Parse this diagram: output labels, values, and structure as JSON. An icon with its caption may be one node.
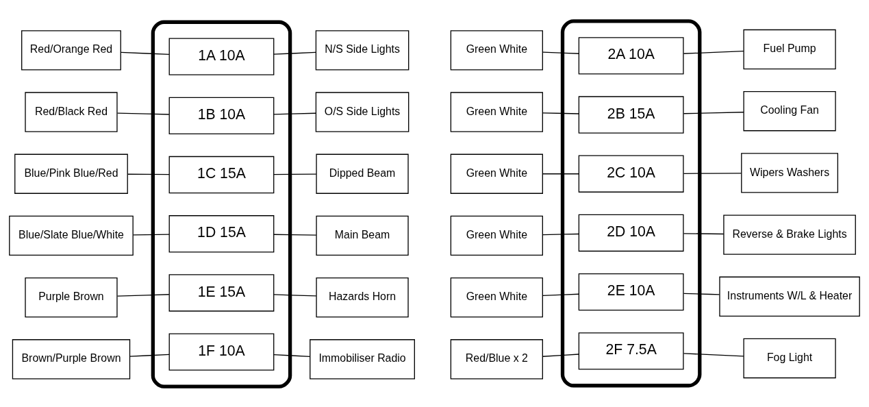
{
  "diagram": {
    "nodes": [
      {
        "text": [],
        "shape": "box"
      },
      {
        "text": [],
        "shape": "box"
      },
      {
        "text": [
          "Red/Orange Red"
        ]
      },
      {
        "text": [
          "1A 10A"
        ],
        "in": 0
      },
      {
        "text": [
          "N/S Side Lights"
        ]
      },
      {
        "text": [
          "Green White"
        ]
      },
      {
        "text": [
          "2A 10A"
        ],
        "in": 1
      },
      {
        "text": [
          "Fuel Pump"
        ]
      },
      {
        "text": [
          "Red/Black Red"
        ]
      },
      {
        "text": [
          "1B 10A"
        ],
        "in": 0
      },
      {
        "text": [
          "O/S Side Lights"
        ]
      },
      {
        "text": [
          "Green White"
        ]
      },
      {
        "text": [
          "2B 15A"
        ],
        "in": 1
      },
      {
        "text": [
          "Cooling Fan"
        ]
      },
      {
        "text": [
          "Blue/Pink Blue/Red"
        ]
      },
      {
        "text": [
          "1C 15A"
        ],
        "in": 0
      },
      {
        "text": [
          "Dipped Beam"
        ]
      },
      {
        "text": [
          "Green White"
        ]
      },
      {
        "text": [
          "2C 10A"
        ],
        "in": 1
      },
      {
        "text": [
          "Wipers Washers"
        ]
      },
      {
        "text": [
          "Blue/Slate Blue/White"
        ]
      },
      {
        "text": [
          "1D 15A"
        ],
        "in": 0
      },
      {
        "text": [
          "Main Beam"
        ]
      },
      {
        "text": [
          "Green White"
        ]
      },
      {
        "text": [
          "2D 10A"
        ],
        "in": 1
      },
      {
        "text": [
          "Reverse & Brake Lights"
        ]
      },
      {
        "text": [
          "Purple Brown"
        ]
      },
      {
        "text": [
          "1E 15A"
        ],
        "in": 0
      },
      {
        "text": [
          "Hazards Horn"
        ]
      },
      {
        "text": [
          "Green White"
        ]
      },
      {
        "text": [
          "2E 10A"
        ],
        "in": 1
      },
      {
        "text": [
          "Instruments W/L & Heater"
        ]
      },
      {
        "text": [
          "Brown/Purple Brown"
        ]
      },
      {
        "text": [
          "1F 10A"
        ],
        "in": 0
      },
      {
        "text": [
          "Immobiliser Radio"
        ]
      },
      {
        "text": [
          "Red/Blue x 2"
        ]
      },
      {
        "text": [
          "2F 7.5A"
        ],
        "in": 1
      },
      {
        "text": [
          "Fog Light"
        ]
      }
    ],
    "edges": [
      {
        "from": 2,
        "to": 3,
        "arrow": "none"
      },
      {
        "from": 3,
        "to": 4,
        "arrow": "none"
      },
      {
        "from": 5,
        "to": 6,
        "arrow": "none"
      },
      {
        "from": 6,
        "to": 7,
        "arrow": "none"
      },
      {
        "from": 8,
        "to": 9,
        "arrow": "none"
      },
      {
        "from": 9,
        "to": 10,
        "arrow": "none"
      },
      {
        "from": 11,
        "to": 12,
        "arrow": "none"
      },
      {
        "from": 12,
        "to": 13,
        "arrow": "none"
      },
      {
        "from": 14,
        "to": 15,
        "arrow": "none"
      },
      {
        "from": 15,
        "to": 16,
        "arrow": "none"
      },
      {
        "from": 17,
        "to": 18,
        "arrow": "none"
      },
      {
        "from": 18,
        "to": 19,
        "arrow": "none"
      },
      {
        "from": 20,
        "to": 21,
        "arrow": "none"
      },
      {
        "from": 21,
        "to": 22,
        "arrow": "none"
      },
      {
        "from": 23,
        "to": 24,
        "arrow": "none"
      },
      {
        "from": 24,
        "to": 25,
        "arrow": "none"
      },
      {
        "from": 26,
        "to": 27,
        "arrow": "none"
      },
      {
        "from": 27,
        "to": 28,
        "arrow": "none"
      },
      {
        "from": 29,
        "to": 30,
        "arrow": "none"
      },
      {
        "from": 30,
        "to": 31,
        "arrow": "none"
      },
      {
        "from": 32,
        "to": 33,
        "arrow": "none"
      },
      {
        "from": 33,
        "to": 34,
        "arrow": "none"
      },
      {
        "from": 35,
        "to": 36,
        "arrow": "none"
      },
      {
        "from": 36,
        "to": 37,
        "arrow": "none"
      }
    ]
  }
}
